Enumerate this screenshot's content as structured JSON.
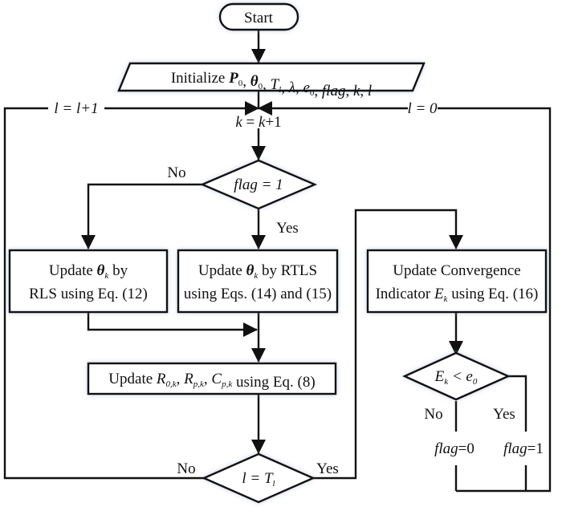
{
  "diagram": {
    "type": "flowchart",
    "nodes": {
      "start": {
        "label": "Start"
      },
      "initialize": {
        "prefix": "Initialize ",
        "params": [
          {
            "base": "P",
            "sub": "0",
            "style": "bold"
          },
          {
            "base": "θ",
            "sub": "0",
            "style": "bold"
          },
          {
            "base": "T",
            "sub": "l",
            "style": "italic"
          },
          {
            "base": "λ",
            "sub": "",
            "style": "italic"
          },
          {
            "base": "e",
            "sub": "0",
            "style": "italic"
          },
          {
            "base": "flag",
            "sub": "",
            "style": "italic"
          },
          {
            "base": "k",
            "sub": "",
            "style": "italic"
          },
          {
            "base": "l",
            "sub": "",
            "style": "italic"
          }
        ]
      },
      "k_increment": {
        "label": "k = k+1"
      },
      "flag_decision": {
        "label": "flag = 1",
        "no": "No",
        "yes": "Yes"
      },
      "rls_box": {
        "line1_prefix": "Update ",
        "symbol": "θ",
        "symbol_sub": "k",
        "line1_suffix": "  by",
        "line2": "RLS using Eq. (12)"
      },
      "rtls_box": {
        "line1_prefix": "Update ",
        "symbol": "θ",
        "symbol_sub": "k",
        "line1_suffix": " by RTLS",
        "line2": "using Eqs. (14) and (15)"
      },
      "convergence_box": {
        "line1": "Update Convergence",
        "line2_prefix": "Indicator ",
        "symbol": "E",
        "symbol_sub": "k",
        "line2_suffix": " using Eq. (16)"
      },
      "update_params_box": {
        "prefix": "Update ",
        "terms": [
          {
            "base": "R",
            "sub": "0,k"
          },
          {
            "base": "R",
            "sub": "p,k"
          },
          {
            "base": "C",
            "sub": "p,k"
          }
        ],
        "suffix": "  using Eq. (8)"
      },
      "l_decision": {
        "lhs": "l = T",
        "sub": "l",
        "no": "No",
        "yes": "Yes"
      },
      "e_decision": {
        "lhs": "E",
        "lhs_sub": "k",
        "op": " < e",
        "rhs_sub": "0",
        "no": "No",
        "yes": "Yes"
      },
      "flag0": {
        "label": "flag",
        "value": "=0"
      },
      "flag1": {
        "label": "flag",
        "value": "=1"
      }
    },
    "edge_labels": {
      "l_increment": "l = l+1",
      "l_reset": "l = 0"
    },
    "colors": {
      "stroke": "#111111",
      "background": "#ffffff",
      "glow": "#8caadc"
    }
  }
}
